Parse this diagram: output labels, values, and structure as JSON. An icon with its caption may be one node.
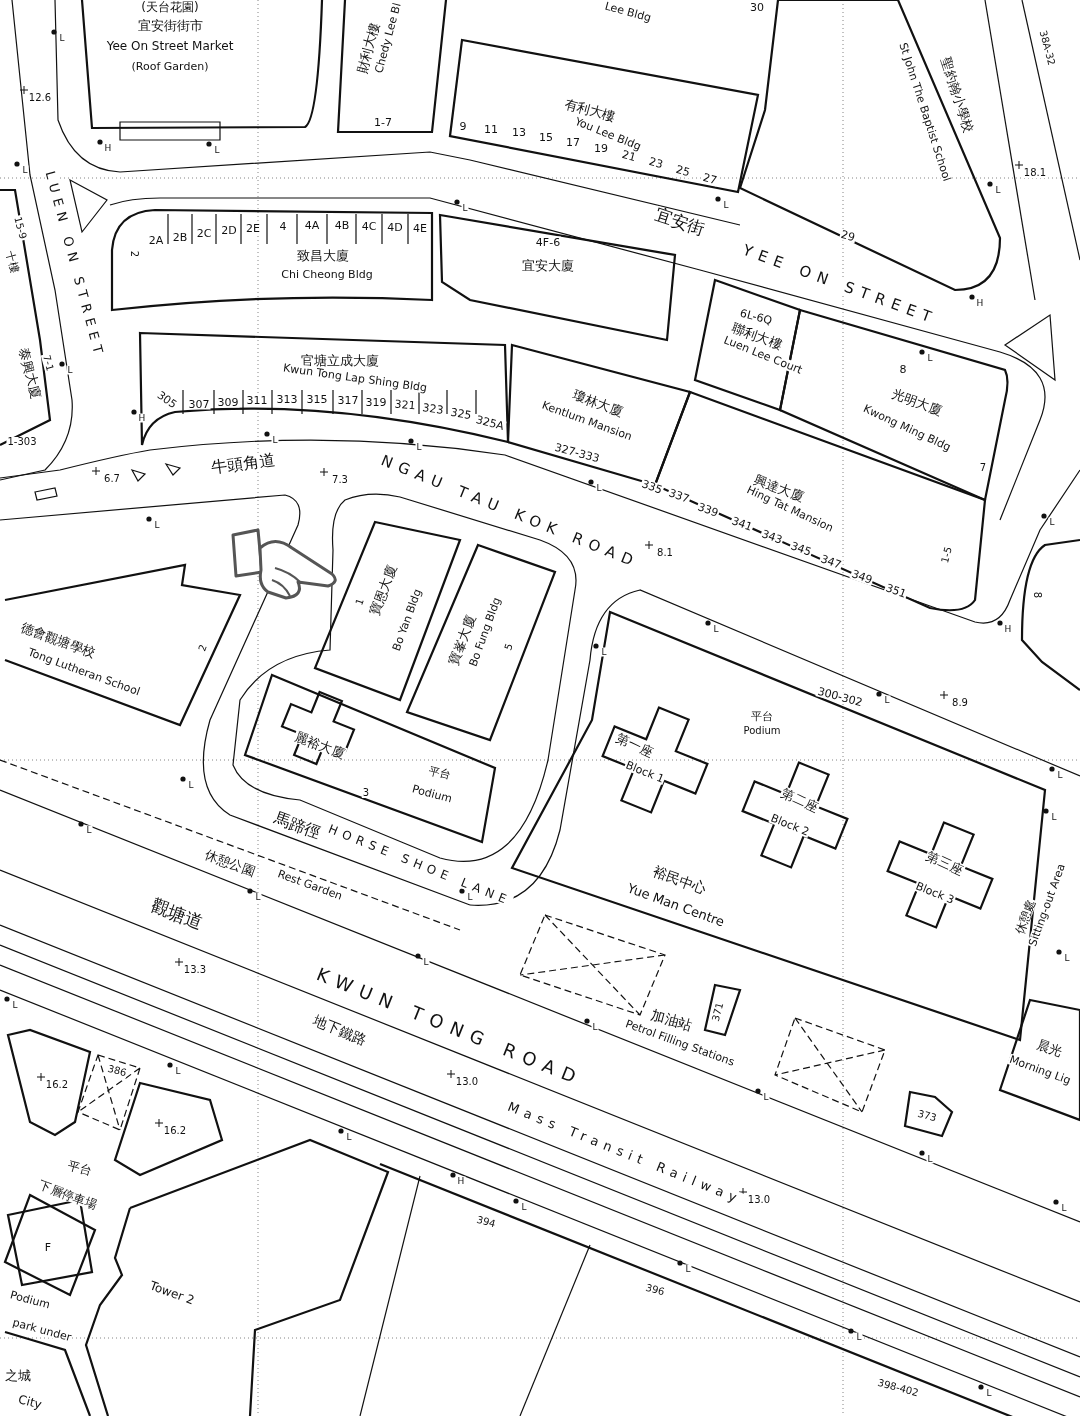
{
  "diagram": {
    "labels": [
      "(天台花園)",
      "宜安街街市",
      "Yee On Street Market",
      "(Roof Garden)",
      "L",
      "財利大樓",
      "Chedy Lee Bl",
      "Lee Bldg",
      "30",
      "38A-32",
      "12.6",
      "1-7",
      "9",
      "11",
      "13",
      "有利大樓",
      "You Lee Bldg",
      "15",
      "17",
      "19",
      "21",
      "23",
      "25",
      "27",
      "聖約翰小學校",
      "St John The Baptist School",
      "H",
      "L",
      "L",
      "18.1",
      "L",
      "L",
      "L",
      "宜安街",
      "29",
      "LUEN ON STREET",
      "15-9",
      "十樓",
      "2",
      "2A",
      "2B",
      "2C",
      "2D",
      "2E",
      "4",
      "4A",
      "4B",
      "4C",
      "4D",
      "4E",
      "致昌大廈",
      "Chi Cheong Bldg",
      "4F-6",
      "宜安大廈",
      "YEE ON STREET",
      "H",
      "6L-6Q",
      "聯利大樓",
      "Luen Lee Court",
      "L",
      "8",
      "官塘立成大廈",
      "Kwun Tong Lap Shing Bldg",
      "7-1",
      "泰興大廈",
      "L",
      "光明大廈",
      "Kwong Ming Bldg",
      "305",
      "307",
      "309",
      "311",
      "313",
      "315",
      "317",
      "319",
      "321",
      "323",
      "325",
      "325A",
      "瓊林大廈",
      "Kentlum Mansion",
      "H",
      "1-303",
      "L",
      "L",
      "327-333",
      "7",
      "6.7",
      "牛頭角道",
      "7.3",
      "NGAU TAU KOK ROAD",
      "L",
      "興達大廈",
      "Hing Tat Mansion",
      "335",
      "337",
      "339",
      "341",
      "343",
      "345",
      "347",
      "349",
      "351",
      "1-5",
      "L",
      "L",
      "8.1",
      "8",
      "1",
      "寶恩大廈",
      "Bo Yan Bldg",
      "寶峯大廈",
      "Bo Fung Bldg",
      "5",
      "L",
      "H",
      "德會觀塘學校",
      "Tong Lutheran School",
      "2",
      "L",
      "300-302",
      "L",
      "8.9",
      "平台",
      "Podium",
      "麗裕大廈",
      "第一座",
      "Block 1",
      "平台",
      "Podium",
      "L",
      "L",
      "3",
      "第二座",
      "Block 2",
      "L",
      "馬蹄徑",
      "L",
      "休憩公園",
      "HORSE SHOE LANE",
      "第三座",
      "Rest Garden",
      "裕民中心",
      "Block 3",
      "觀塘道",
      "L",
      "L",
      "Yue Man Centre",
      "休憩處",
      "Sitting-out Area",
      "L",
      "L",
      "13.3",
      "KWUN TONG ROAD",
      "L",
      "加油站",
      "371",
      "地下鐵路",
      "L",
      "Petrol Filling Stations",
      "晨光",
      "Morning Lig",
      "386",
      "L",
      "16.2",
      "13.0",
      "L",
      "373",
      "16.2",
      "L",
      "Mass Transit Railway",
      "L",
      "平台",
      "H",
      "下層停車場",
      "13.0",
      "L",
      "L",
      "394",
      "F",
      "L",
      "396",
      "Podium",
      "Tower 2",
      "park under",
      "L",
      "之城",
      "398-402",
      "L",
      "City"
    ]
  }
}
